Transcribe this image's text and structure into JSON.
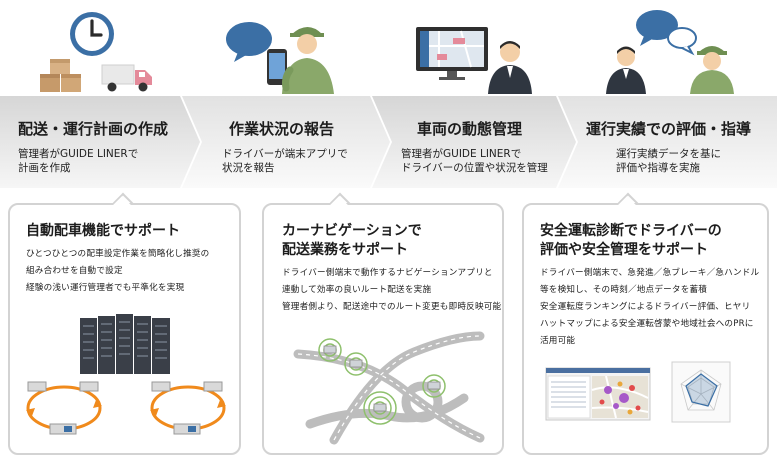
{
  "steps": [
    {
      "title": "配送・運行計画の作成",
      "desc": [
        "管理者がGUIDE LINERで",
        "計画を作成"
      ]
    },
    {
      "title": "作業状況の報告",
      "desc": [
        "ドライバーが端末アプリで",
        "状況を報告"
      ]
    },
    {
      "title": "車両の動態管理",
      "desc": [
        "管理者がGUIDE LINERで",
        "ドライバーの位置や状況を管理"
      ]
    },
    {
      "title": "運行実績での評価・指導",
      "desc": [
        "運行実績データを基に",
        "評価や指導を実施"
      ]
    }
  ],
  "cards": [
    {
      "title": [
        "自動配車機能でサポート"
      ],
      "text": [
        "ひとつひとつの配車設定作業を簡略化し推奨の",
        "組み合わせを自動で設定",
        "経験の浅い運行管理者でも平準化を実現"
      ]
    },
    {
      "title": [
        "カーナビゲーションで",
        "配送業務をサポート"
      ],
      "text": [
        "ドライバー側端末で動作するナビゲーションアプリと",
        "連動して効率の良いルート配送を実施",
        "管理者側より、配送途中でのルート変更も即時反映可能"
      ]
    },
    {
      "title": [
        "安全運転診断でドライバーの",
        "評価や安全管理をサポート"
      ],
      "text": [
        "ドライバー側端末で、急発進／急ブレーキ／急ハンドル",
        "等を検知し、その時刻／地点データを蓄積",
        "安全運転度ランキングによるドライバー評価、ヒヤリ",
        "ハットマップによる安全運転啓蒙や地域社会へのPRに",
        "活用可能"
      ]
    }
  ],
  "colors": {
    "band": "#dcdcdc",
    "band_light": "#ececec",
    "accent_orange": "#f08a1c",
    "card_border": "#d3d3d3",
    "worker_green": "#8aa86a",
    "bubble_blue": "#3b6fa5",
    "truck_pink": "#e48a9a"
  },
  "icons": [
    "clock-icon",
    "boxes-icon",
    "truck-icon",
    "speech-bubble-icon",
    "smartphone-icon",
    "worker-icon",
    "monitor-icon",
    "manager-icon",
    "server-rack-icon",
    "cycle-arrows-icon",
    "road-network-icon",
    "map-screenshot-icon",
    "radar-chart-icon"
  ]
}
